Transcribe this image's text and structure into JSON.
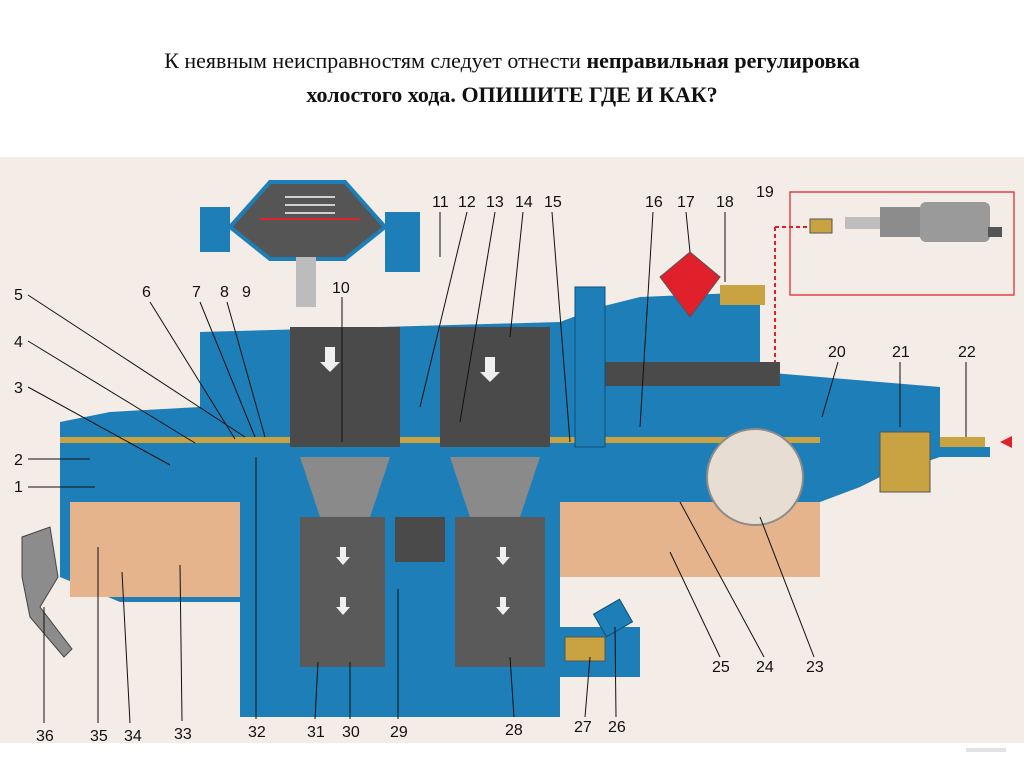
{
  "slide": {
    "title_normal": "К неявным неисправностям следует отнести",
    "title_bold_1": "неправильная регулировка",
    "title_line2_normal": "холостого хода.",
    "title_bold_2": "ОПИШИТЕ ГДЕ И КАК?"
  },
  "diagram": {
    "callouts": [
      "1",
      "2",
      "3",
      "4",
      "5",
      "6",
      "7",
      "8",
      "9",
      "10",
      "11",
      "12",
      "13",
      "14",
      "15",
      "16",
      "17",
      "18",
      "19",
      "20",
      "21",
      "22",
      "23",
      "24",
      "25",
      "26",
      "27",
      "28",
      "29",
      "30",
      "31",
      "32",
      "33",
      "34",
      "35",
      "36"
    ],
    "colors": {
      "body_blue": "#1e7eb8",
      "fuel": "#e6b48c",
      "chamber": "#4a4a4a",
      "metal": "#bcbcbc",
      "signal_red": "#e0202a",
      "flow_arrow": "#f0f0f0"
    }
  }
}
